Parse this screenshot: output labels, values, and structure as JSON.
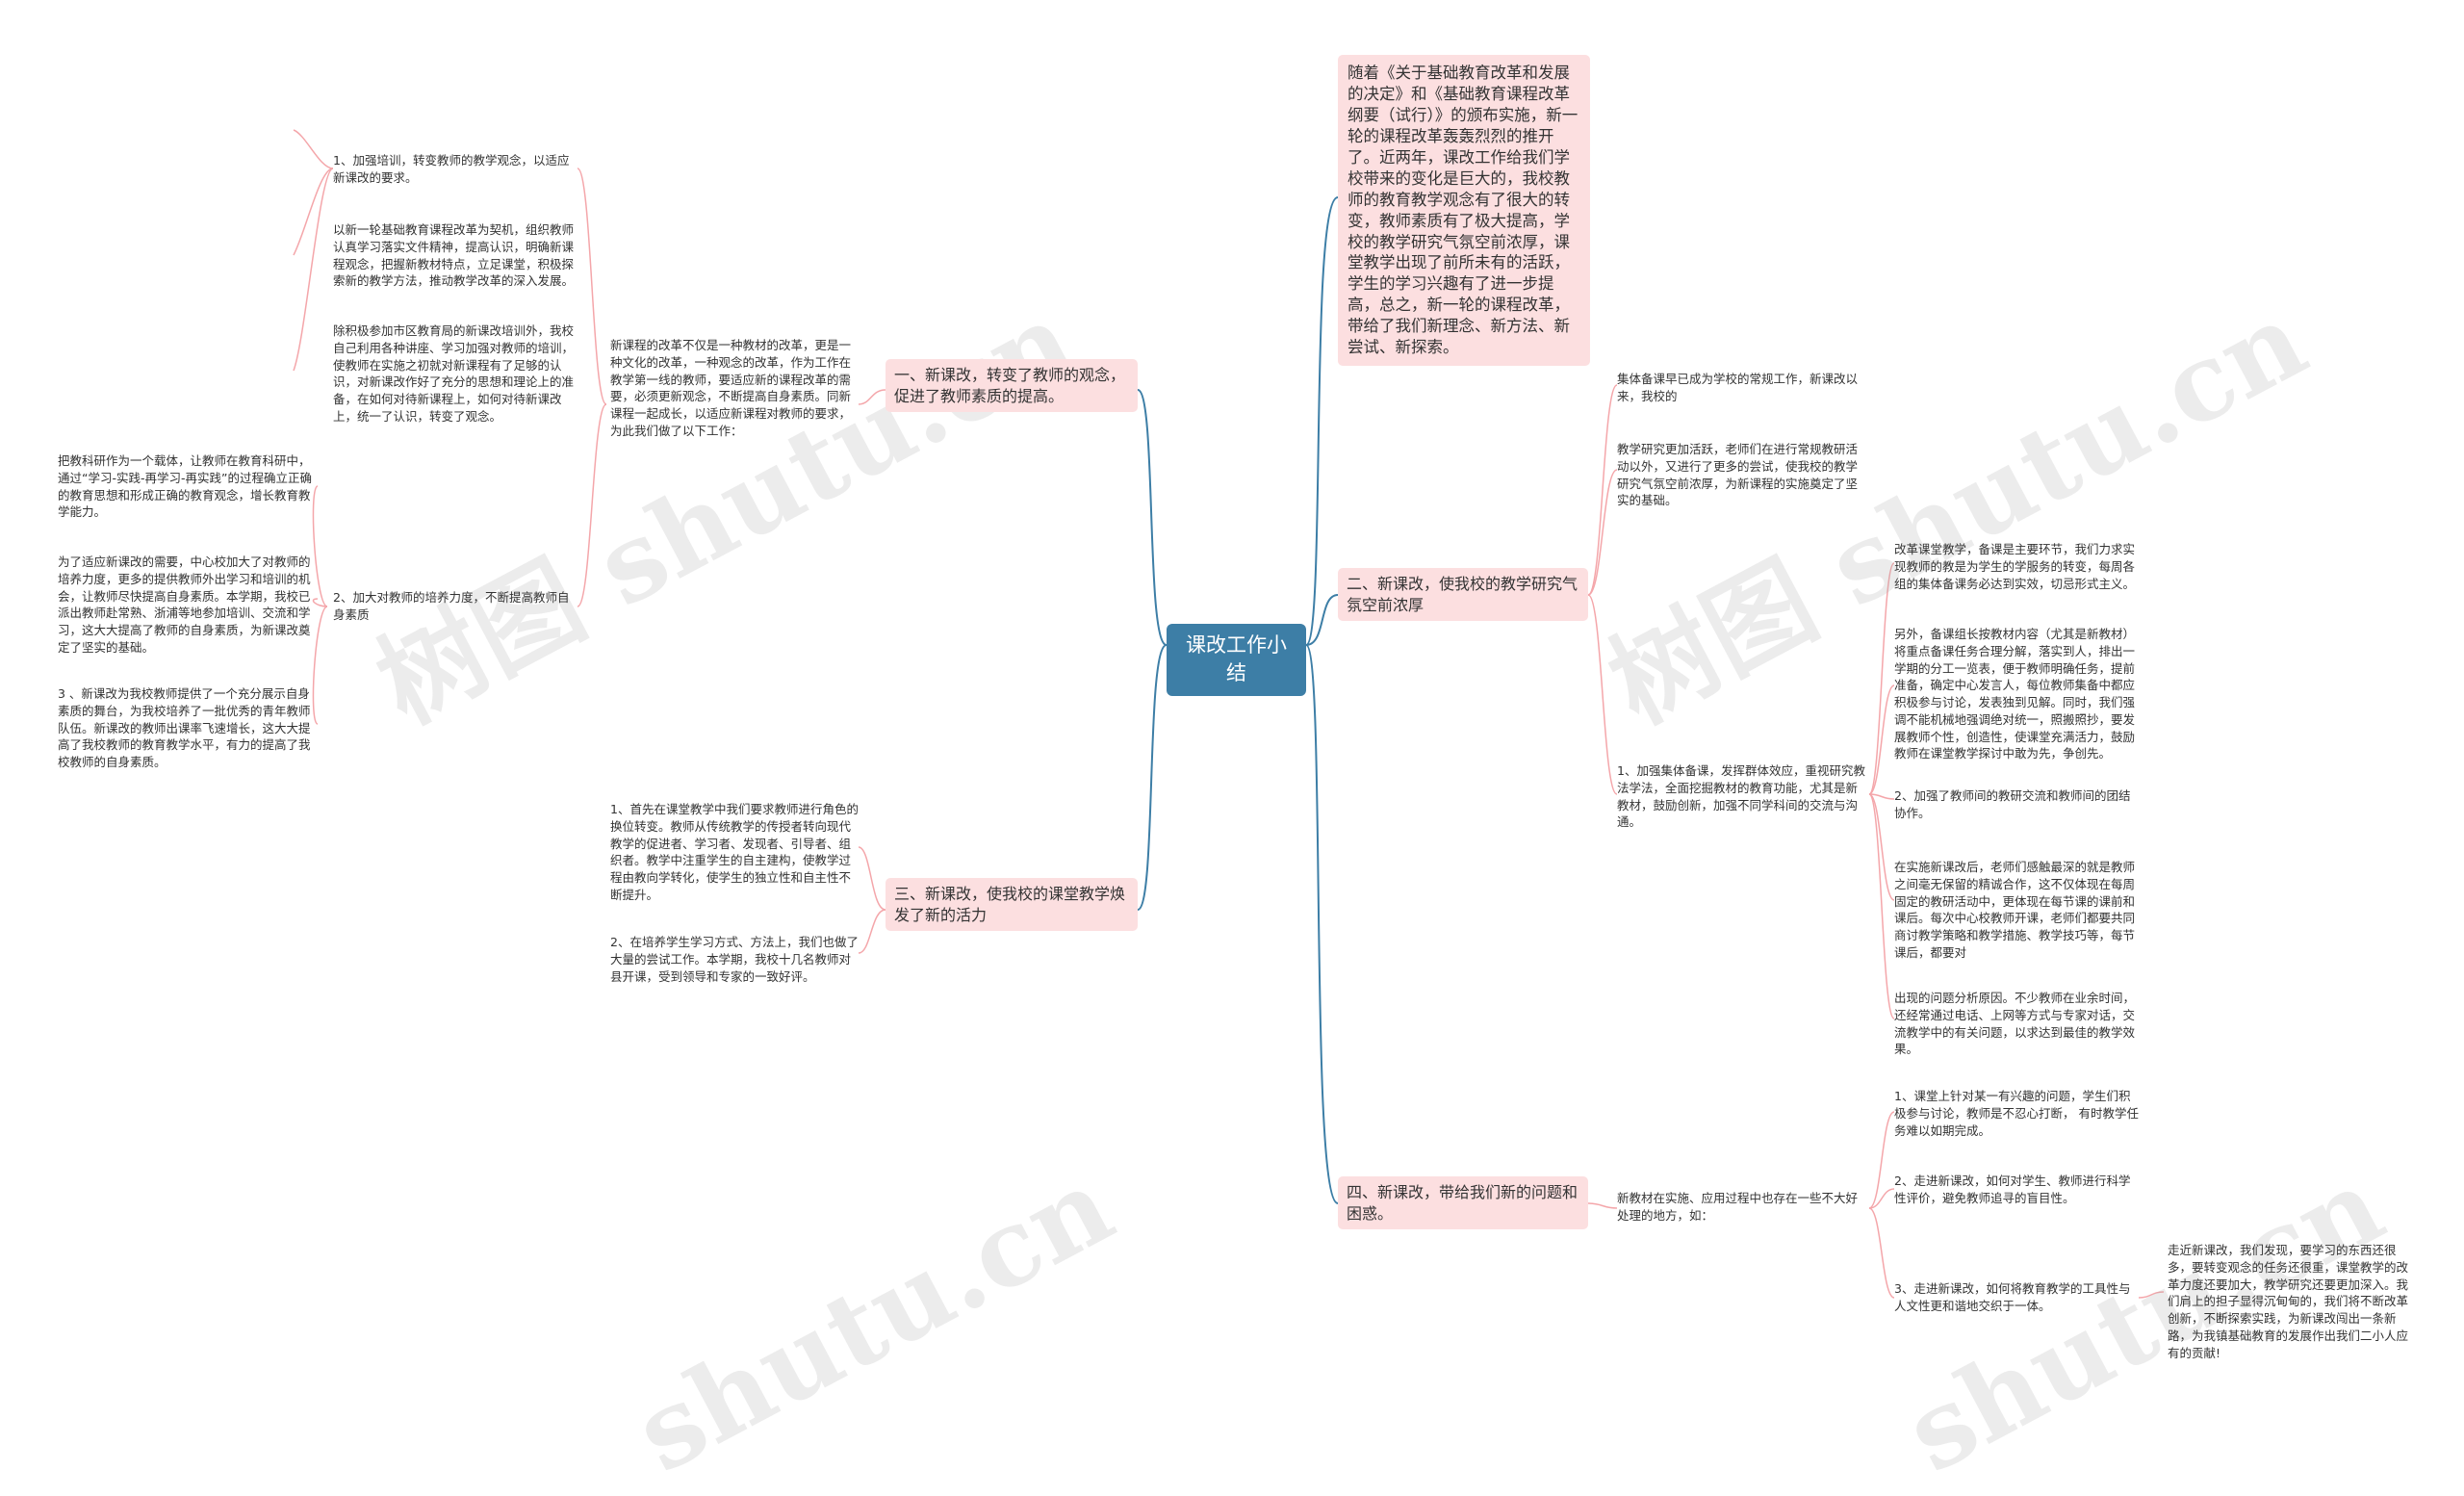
{
  "root": "课改工作小结",
  "intro": "随着《关于基础教育改革和发展的决定》和《基础教育课程改革纲要（试行）》的颁布实施，新一轮的课程改革轰轰烈烈的推开了。近两年，课改工作给我们学校带来的变化是巨大的，我校教师的教育教学观念有了很大的转变，教师素质有了极大提高，学校的教学研究气氛空前浓厚，课堂教学出现了前所未有的活跃，学生的学习兴趣有了进一步提高，总之，新一轮的课程改革，带给了我们新理念、新方法、新尝试、新探索。",
  "b1": {
    "title": "一、新课改，转变了教师的观念，促进了教师素质的提高。",
    "lead": "新课程的改革不仅是一种教材的改革，更是一种文化的改革，一种观念的改革，作为工作在教学第一线的教师，要适应新的课程改革的需要，必须更新观念，不断提高自身素质。同新课程一起成长，以适应新课程对教师的要求，为此我们做了以下工作：",
    "s1": "1、加强培训，转变教师的教学观念，以适应新课改的要求。",
    "s1a": "以新一轮基础教育课程改革为契机，组织教师认真学习落实文件精神，提高认识，明确新课程观念，把握新教材特点，立足课堂，积极探索新的教学方法，推动教学改革的深入发展。",
    "s1b": "除积极参加市区教育局的新课改培训外，我校自己利用各种讲座、学习加强对教师的培训，使教师在实施之初就对新课程有了足够的认识，对新课改作好了充分的思想和理论上的准备，在如何对待新课程上，如何对待新课改上，统一了认识，转变了观念。",
    "s2": "2、加大对教师的培养力度，不断提高教师自身素质",
    "s2a": "把教科研作为一个载体，让教师在教育科研中，通过“学习-实践-再学习-再实践”的过程确立正确的教育思想和形成正确的教育观念，增长教育教学能力。",
    "s2b": "为了适应新课改的需要，中心校加大了对教师的培养力度，更多的提供教师外出学习和培训的机会，让教师尽快提高自身素质。本学期，我校已派出教师赴常熟、浙浦等地参加培训、交流和学习，这大大提高了教师的自身素质，为新课改奠定了坚实的基础。",
    "s2c": "3 、新课改为我校教师提供了一个充分展示自身素质的舞台，为我校培养了一批优秀的青年教师队伍。新课改的教师出课率飞速增长，这大大提高了我校教师的教育教学水平，有力的提高了我校教师的自身素质。"
  },
  "b3": {
    "title": "三、新课改，使我校的课堂教学焕发了新的活力",
    "s1": "1、首先在课堂教学中我们要求教师进行角色的换位转变。教师从传统教学的传授者转向现代教学的促进者、学习者、发现者、引导者、组织者。教学中注重学生的自主建构，使教学过程由教向学转化，使学生的独立性和自主性不断提升。",
    "s2": "2、在培养学生学习方式、方法上，我们也做了大量的尝试工作。本学期，我校十几名教师对县开课，受到领导和专家的一致好评。"
  },
  "b2": {
    "title": "二、新课改，使我校的教学研究气氛空前浓厚",
    "s1": "集体备课早已成为学校的常规工作，新课改以来，我校的",
    "s2": "教学研究更加活跃，老师们在进行常规教研活动以外，又进行了更多的尝试，使我校的教学研究气氛空前浓厚，为新课程的实施奠定了坚实的基础。",
    "s3": "1、加强集体备课，发挥群体效应，重视研究教法学法，全面挖掘教材的教育功能，尤其是新教材，鼓励创新，加强不同学科间的交流与沟通。",
    "s3a": "改革课堂教学，备课是主要环节，我们力求实现教师的教是为学生的学服务的转变，每周各组的集体备课务必达到实效，切忌形式主义。",
    "s3b": "另外，备课组长按教材内容（尤其是新教材）将重点备课任务合理分解，落实到人，排出一学期的分工一览表，便于教师明确任务，提前准备，确定中心发言人，每位教师集备中都应积极参与讨论，发表独到见解。同时，我们强调不能机械地强调绝对统一，照搬照抄，要发展教师个性，创造性，使课堂充满活力，鼓励教师在课堂教学探讨中敢为先，争创先。",
    "s3c": "2、加强了教师间的教研交流和教师间的团结协作。",
    "s3d": "在实施新课改后，老师们感触最深的就是教师之间毫无保留的精诚合作，这不仅体现在每周固定的教研活动中，更体现在每节课的课前和课后。每次中心校教师开课，老师们都要共同商讨教学策略和教学措施、教学技巧等，每节课后，都要对",
    "s3e": "出现的问题分析原因。不少教师在业余时间，还经常通过电话、上网等方式与专家对话，交流教学中的有关问题，以求达到最佳的教学效果。"
  },
  "b4": {
    "title": "四、新课改，带给我们新的问题和困惑。",
    "lead": "新教材在实施、应用过程中也存在一些不大好处理的地方，如：",
    "s1": "1、课堂上针对某一有兴趣的问题，学生们积极参与讨论，教师是不忍心打断， 有时教学任务难以如期完成。",
    "s2": "2、走进新课改，如何对学生、教师进行科学性评价，避免教师追寻的盲目性。",
    "s3": "3、走进新课改，如何将教育教学的工具性与人文性更和谐地交织于一体。",
    "s3a": "走近新课改，我们发现，要学习的东西还很多，要转变观念的任务还很重，课堂教学的改革力度还要加大，教学研究还要更加深入。我们肩上的担子显得沉甸甸的，我们将不断改革创新，不断探索实践，为新课改闯出一条新路，为我镇基础教育的发展作出我们二小人应有的贡献!"
  },
  "watermarks": [
    "树图 shutu.cn",
    "树图 shutu.cn",
    "shutu.cn",
    "shutu.cn"
  ]
}
